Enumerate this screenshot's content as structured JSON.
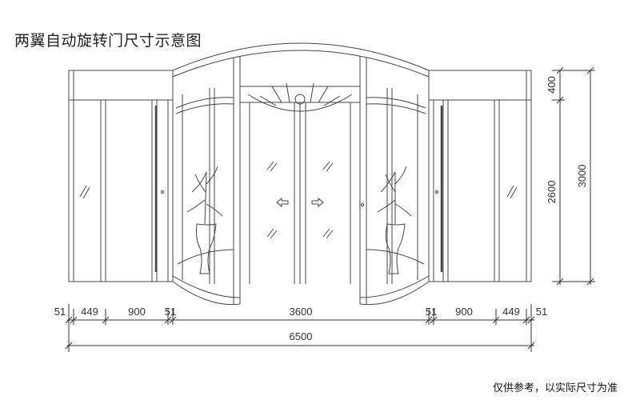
{
  "title": "两翼自动旋转门尺寸示意图",
  "note": "仅供参考，以实际尺寸为准",
  "dimensions": {
    "horizontal_row": [
      "51",
      "449",
      "900",
      "51",
      "3600",
      "51",
      "900",
      "449",
      "51"
    ],
    "total_width": "6500",
    "vertical_right": [
      "400",
      "2600"
    ],
    "total_height": "3000"
  }
}
